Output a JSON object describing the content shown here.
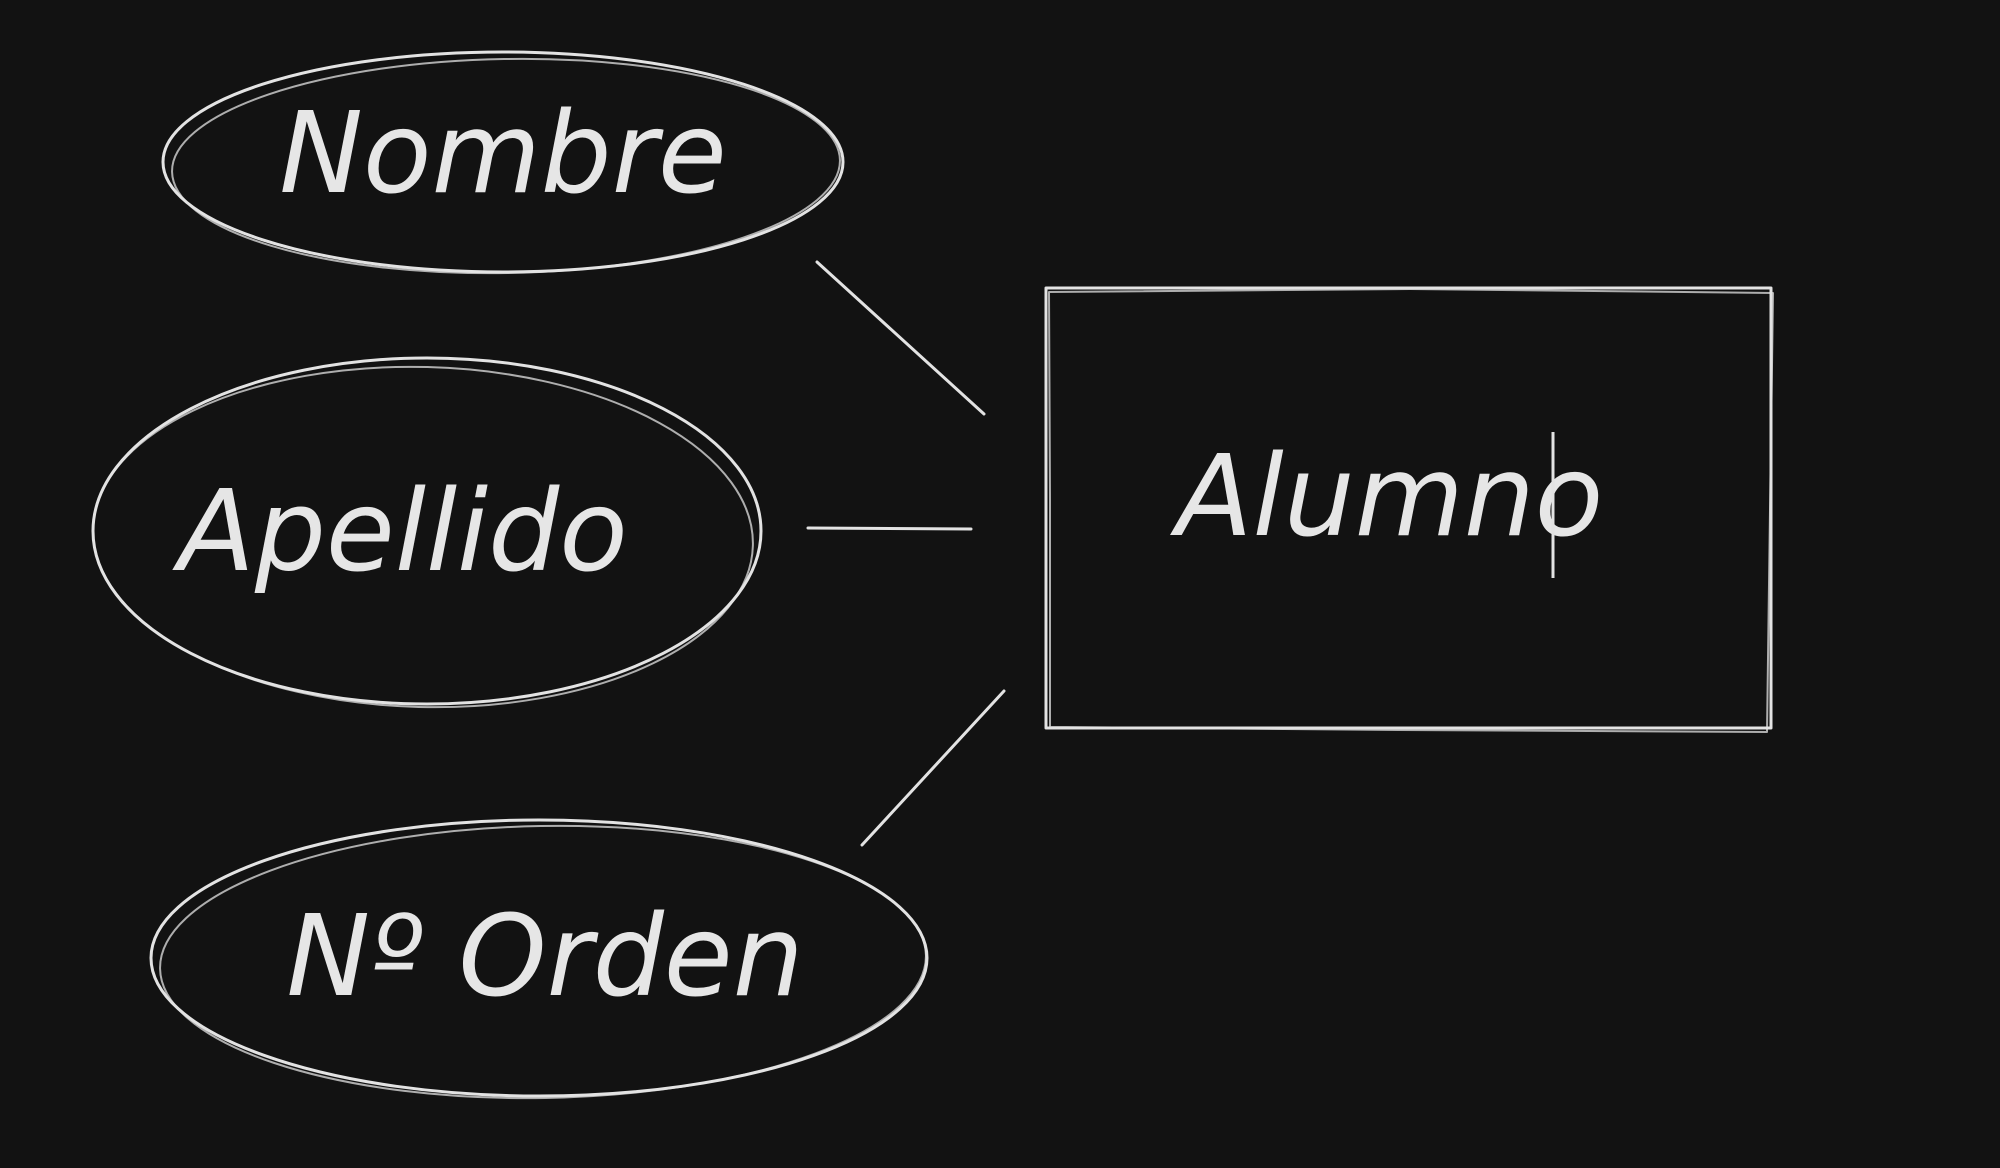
{
  "colors": {
    "background": "#121212",
    "stroke": "#e3e3e3",
    "text": "#e6e6e6"
  },
  "entity": {
    "label": "Alumno",
    "text_cursor_visible": true
  },
  "attributes": [
    {
      "id": "nombre",
      "label": "Nombre"
    },
    {
      "id": "apellido",
      "label": "Apellido"
    },
    {
      "id": "orden",
      "label": "Nº Orden"
    }
  ]
}
